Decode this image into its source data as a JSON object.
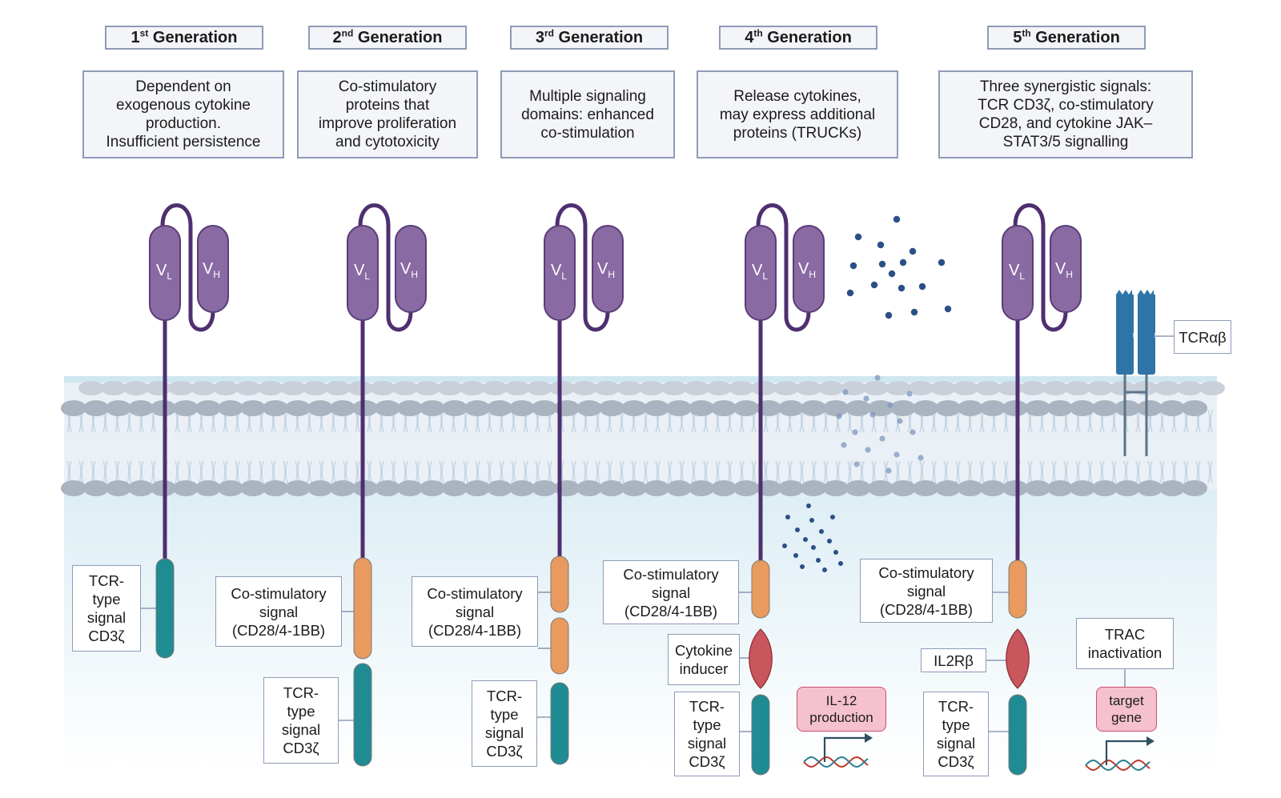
{
  "generations": [
    {
      "title": {
        "num": "1",
        "sup": "st",
        "rest": " Generation"
      },
      "description": "Dependent on\nexogenous cytokine\nproduction.\nInsufficient persistence",
      "domains": [
        {
          "type": "cd3z",
          "label": "TCR-\ntype\nsignal\nCD3ζ"
        }
      ]
    },
    {
      "title": {
        "num": "2",
        "sup": "nd",
        "rest": " Generation"
      },
      "description": "Co-stimulatory\nproteins that\nimprove proliferation\nand cytotoxicity",
      "domains": [
        {
          "type": "costim",
          "label": "Co-stimulatory\nsignal\n(CD28/4-1BB)"
        },
        {
          "type": "cd3z",
          "label": "TCR-\ntype\nsignal\nCD3ζ"
        }
      ]
    },
    {
      "title": {
        "num": "3",
        "sup": "rd",
        "rest": " Generation"
      },
      "description": "Multiple signaling\ndomains: enhanced\nco-stimulation",
      "domains": [
        {
          "type": "costim",
          "label": "Co-stimulatory\nsignal\n(CD28/4-1BB)"
        },
        {
          "type": "cd3z",
          "label": "TCR-\ntype\nsignal\nCD3ζ"
        }
      ]
    },
    {
      "title": {
        "num": "4",
        "sup": "th",
        "rest": " Generation"
      },
      "description": "Release cytokines,\nmay express additional\nproteins (TRUCKs)",
      "domains": [
        {
          "type": "costim",
          "label": "Co-stimulatory\nsignal\n(CD28/4-1BB)"
        },
        {
          "type": "inducer",
          "label": "Cytokine\ninducer"
        },
        {
          "type": "cd3z",
          "label": "TCR-\ntype\nsignal\nCD3ζ"
        }
      ],
      "extra": {
        "production_label": "IL-12\nproduction"
      }
    },
    {
      "title": {
        "num": "5",
        "sup": "th",
        "rest": " Generation"
      },
      "description": "Three synergistic signals:\nTCR CD3ζ, co-stimulatory\nCD28, and cytokine JAK–\nSTAT3/5 signalling",
      "domains": [
        {
          "type": "costim",
          "label": "Co-stimulatory\nsignal\n(CD28/4-1BB)"
        },
        {
          "type": "il2rb",
          "label": "IL2Rβ"
        },
        {
          "type": "cd3z",
          "label": "TCR-\ntype\nsignal\nCD3ζ"
        }
      ],
      "extra": {
        "tcr_label": "TCRαβ",
        "trac_label": "TRAC\ninactivation",
        "target_label": "target\ngene"
      }
    }
  ],
  "scfv": {
    "light": "V",
    "light_sub": "L",
    "heavy": "V",
    "heavy_sub": "H"
  },
  "colors": {
    "scfv": "#8a6aa3",
    "scfv_stroke": "#5a3d78",
    "stalk": "#4e2f70",
    "costim": "#e99a5e",
    "inducer": "#c9565c",
    "cd3z": "#1f8b93",
    "tcr": "#2f74a8",
    "membrane_head": "#aab3c0",
    "cytokine_dot": "#2c4f86",
    "box_border": "#8e9bb8",
    "pink": "#f5c1ce"
  }
}
